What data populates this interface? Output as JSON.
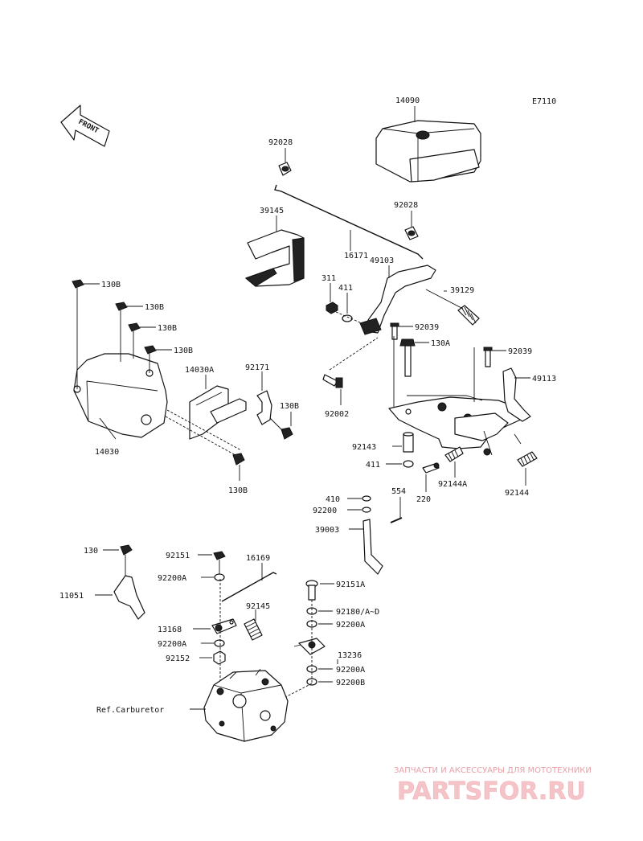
{
  "diagram_code": "E7110",
  "front_arrow_label": "FRONT",
  "labels": {
    "l_14090": "14090",
    "l_92028a": "92028",
    "l_92028b": "92028",
    "l_39145": "39145",
    "l_16171": "16171",
    "l_49103": "49103",
    "l_311": "311",
    "l_411a": "411",
    "l_39129": "39129",
    "l_92039a": "92039",
    "l_130a": "130A",
    "l_92039b": "92039",
    "l_49113": "49113",
    "l_130b1": "130B",
    "l_130b2": "130B",
    "l_130b3": "130B",
    "l_130b4": "130B",
    "l_14030a": "14030A",
    "l_92171": "92171",
    "l_130b5": "130B",
    "l_92002": "92002",
    "l_14030": "14030",
    "l_130b6": "130B",
    "l_92143": "92143",
    "l_411b": "411",
    "l_92144a": "92144A",
    "l_92144": "92144",
    "l_410": "410",
    "l_554": "554",
    "l_92200": "92200",
    "l_220": "220",
    "l_39003": "39003",
    "l_130": "130",
    "l_92151": "92151",
    "l_16169": "16169",
    "l_11051": "11051",
    "l_92200a1": "92200A",
    "l_92151a": "92151A",
    "l_92145": "92145",
    "l_92180": "92180/A~D",
    "l_13168": "13168",
    "l_92200a2": "92200A",
    "l_92200a3": "92200A",
    "l_13236": "13236",
    "l_92152": "92152",
    "l_92200a4": "92200A",
    "l_92200b": "92200B",
    "l_refcarb": "Ref.Carburetor"
  },
  "watermark": {
    "tagline": "ЗАПЧАСТИ И АКСЕССУАРЫ ДЛЯ МОТОТЕХНИКИ",
    "brand": "PARTSFOR.RU"
  }
}
